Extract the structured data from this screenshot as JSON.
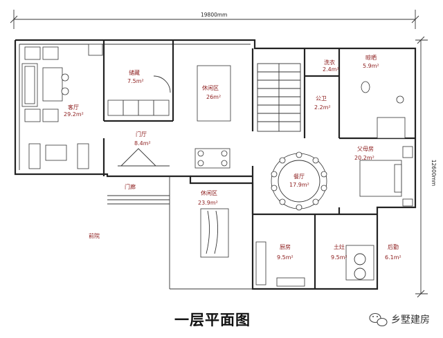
{
  "dimensions": {
    "width_label": "19800mm",
    "depth_label": "12600mm"
  },
  "rooms": [
    {
      "id": "living",
      "name": "客厅",
      "area": "29.2m²"
    },
    {
      "id": "storage",
      "name": "储藏",
      "area": "7.5m²"
    },
    {
      "id": "lounge1",
      "name": "休闲区",
      "area": "26m²"
    },
    {
      "id": "laundry",
      "name": "洗衣",
      "area": "2.4m²"
    },
    {
      "id": "sunroom",
      "name": "晾晒",
      "area": "5.9m²"
    },
    {
      "id": "bath",
      "name": "公卫",
      "area": "2.2m²"
    },
    {
      "id": "foyer",
      "name": "门厅",
      "area": "8.4m²"
    },
    {
      "id": "parents",
      "name": "父母房",
      "area": "20.2m²"
    },
    {
      "id": "dining",
      "name": "餐厅",
      "area": "17.9m²"
    },
    {
      "id": "lounge2",
      "name": "休闲区",
      "area": "23.9m²"
    },
    {
      "id": "kitchen",
      "name": "厨房",
      "area": "9.5m²"
    },
    {
      "id": "stovekitchen",
      "name": "土灶",
      "area": "9.5m²"
    },
    {
      "id": "backservice",
      "name": "后勤",
      "area": "6.1m²"
    }
  ],
  "labels": {
    "porch": "门廊",
    "front_yard": "前院"
  },
  "title": "一层平面图",
  "watermark": "乡墅建房"
}
